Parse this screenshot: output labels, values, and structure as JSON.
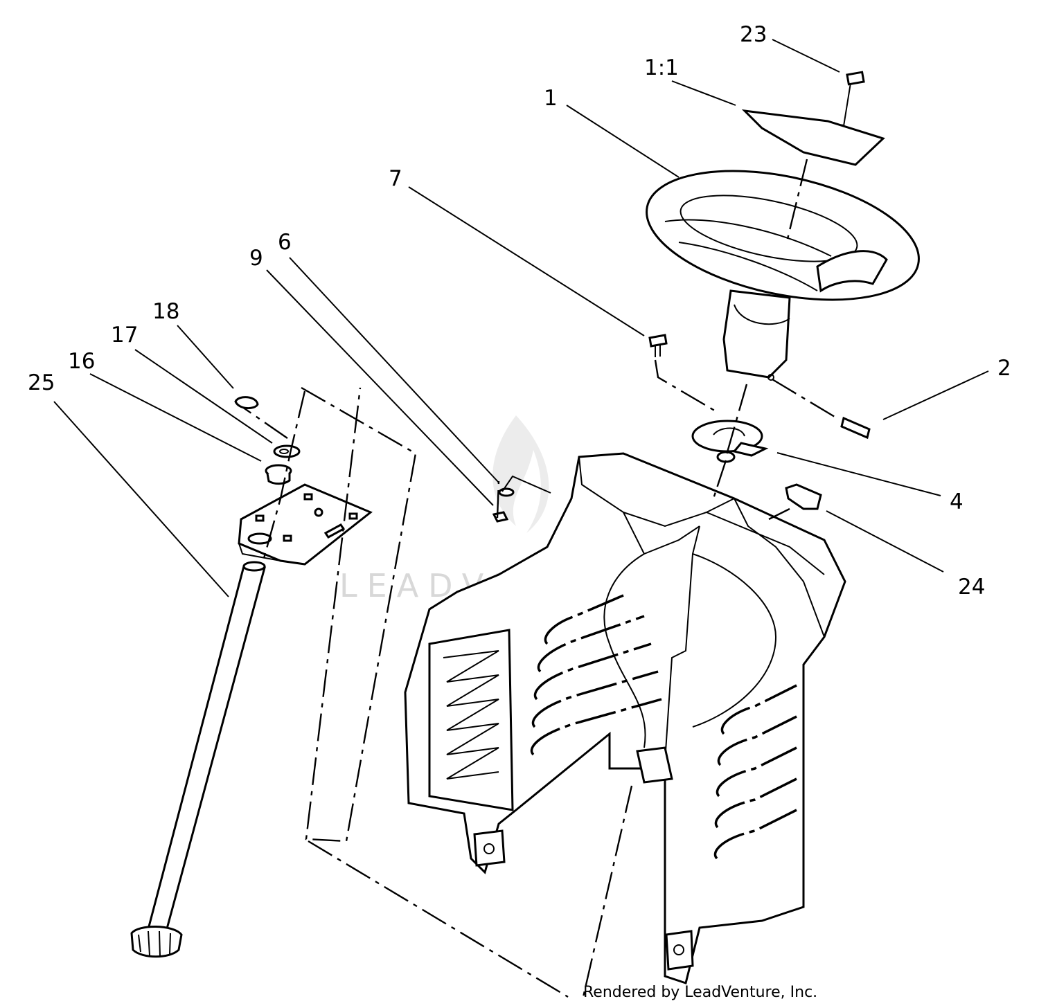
{
  "callouts": [
    {
      "id": "23",
      "label": "23"
    },
    {
      "id": "1-1",
      "label": "1:1"
    },
    {
      "id": "1",
      "label": "1"
    },
    {
      "id": "7",
      "label": "7"
    },
    {
      "id": "6",
      "label": "6"
    },
    {
      "id": "9",
      "label": "9"
    },
    {
      "id": "18",
      "label": "18"
    },
    {
      "id": "17",
      "label": "17"
    },
    {
      "id": "16",
      "label": "16"
    },
    {
      "id": "25",
      "label": "25"
    },
    {
      "id": "2",
      "label": "2"
    },
    {
      "id": "4",
      "label": "4"
    },
    {
      "id": "24",
      "label": "24"
    }
  ],
  "footer": {
    "credit": "Rendered by LeadVenture, Inc."
  },
  "watermark": {
    "text": "LEADVENTURE"
  }
}
